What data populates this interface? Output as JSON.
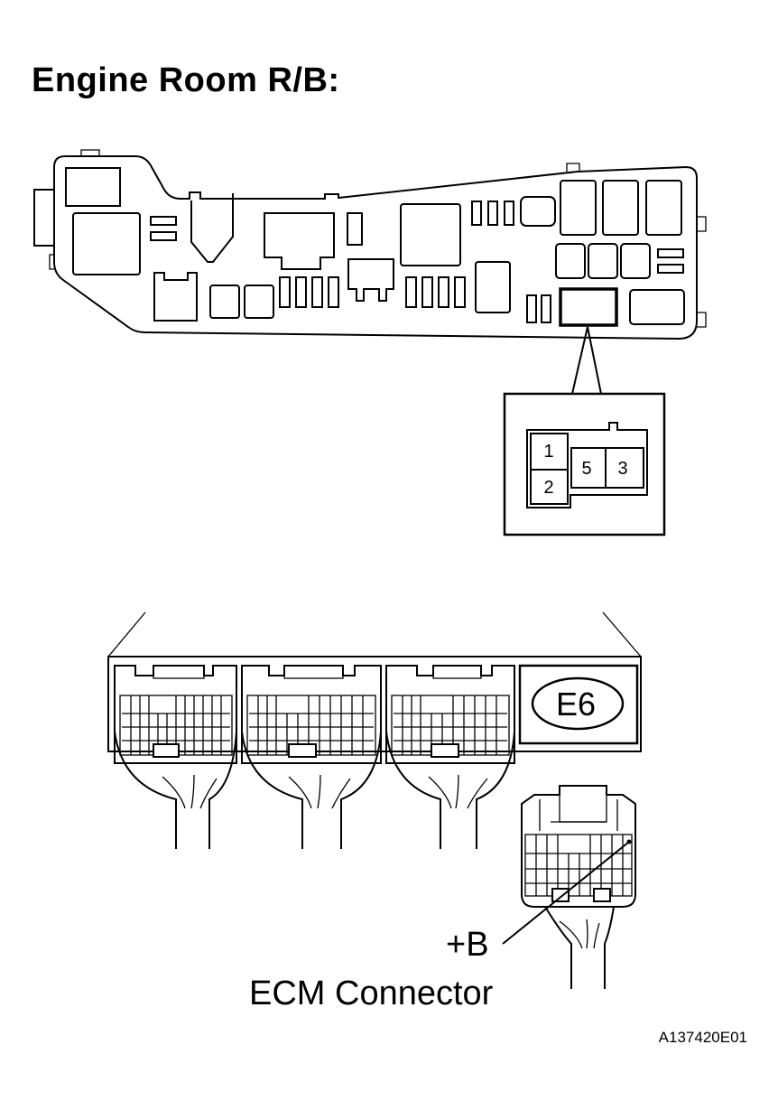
{
  "title": "Engine Room R/B:",
  "relay_pins": [
    "1",
    "2",
    "5",
    "3"
  ],
  "ecm_connector_code": "E6",
  "terminal_label": "+B",
  "connector_label": "ECM Connector",
  "figure_code": "A137420E01"
}
